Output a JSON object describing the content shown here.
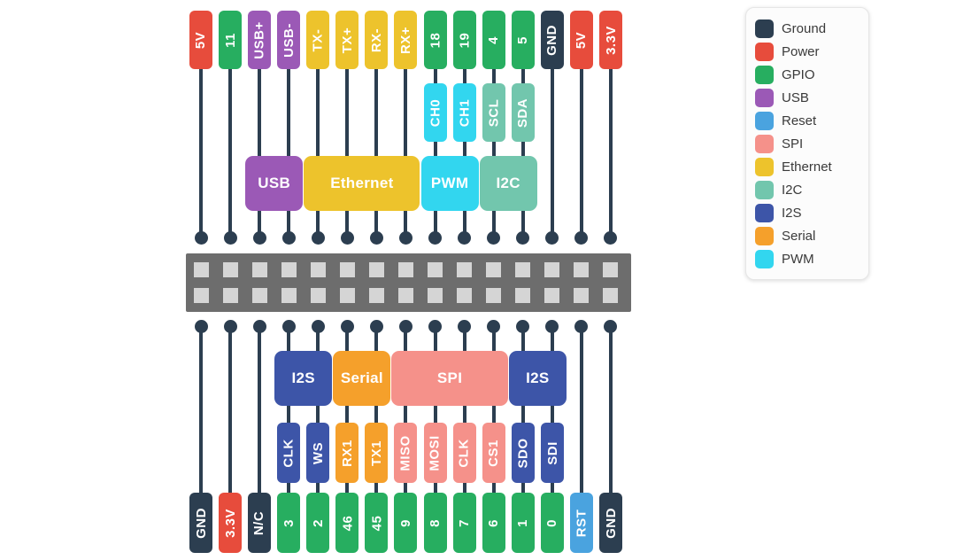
{
  "legend": {
    "items": [
      {
        "label": "Ground",
        "color": "#2c3e50"
      },
      {
        "label": "Power",
        "color": "#e74c3c"
      },
      {
        "label": "GPIO",
        "color": "#27ae60"
      },
      {
        "label": "USB",
        "color": "#9b59b6"
      },
      {
        "label": "Reset",
        "color": "#4aa3df"
      },
      {
        "label": "SPI",
        "color": "#f5918a"
      },
      {
        "label": "Ethernet",
        "color": "#edc32c"
      },
      {
        "label": "I2C",
        "color": "#72c6ad"
      },
      {
        "label": "I2S",
        "color": "#3d55a8"
      },
      {
        "label": "Serial",
        "color": "#f5a02b"
      },
      {
        "label": "PWM",
        "color": "#32d6ef"
      }
    ]
  },
  "top_pins": [
    {
      "label": "5V",
      "type": "Power"
    },
    {
      "label": "11",
      "type": "GPIO"
    },
    {
      "label": "USB+",
      "type": "USB"
    },
    {
      "label": "USB-",
      "type": "USB"
    },
    {
      "label": "TX-",
      "type": "Ethernet"
    },
    {
      "label": "TX+",
      "type": "Ethernet"
    },
    {
      "label": "RX-",
      "type": "Ethernet"
    },
    {
      "label": "RX+",
      "type": "Ethernet"
    },
    {
      "label": "18",
      "type": "GPIO",
      "sub": {
        "label": "CH0",
        "type": "PWM"
      }
    },
    {
      "label": "19",
      "type": "GPIO",
      "sub": {
        "label": "CH1",
        "type": "PWM"
      }
    },
    {
      "label": "4",
      "type": "GPIO",
      "sub": {
        "label": "SCL",
        "type": "I2C"
      }
    },
    {
      "label": "5",
      "type": "GPIO",
      "sub": {
        "label": "SDA",
        "type": "I2C"
      }
    },
    {
      "label": "GND",
      "type": "Ground"
    },
    {
      "label": "5V",
      "type": "Power"
    },
    {
      "label": "3.3V",
      "type": "Power"
    }
  ],
  "top_groups": [
    {
      "label": "USB",
      "type": "USB",
      "start": 2,
      "end": 3
    },
    {
      "label": "Ethernet",
      "type": "Ethernet",
      "start": 4,
      "end": 7
    },
    {
      "label": "PWM",
      "type": "PWM",
      "start": 8,
      "end": 9
    },
    {
      "label": "I2C",
      "type": "I2C",
      "start": 10,
      "end": 11
    }
  ],
  "bottom_pins": [
    {
      "label": "GND",
      "type": "Ground"
    },
    {
      "label": "3.3V",
      "type": "Power"
    },
    {
      "label": "N/C",
      "type": "Ground"
    },
    {
      "label": "3",
      "type": "GPIO",
      "sub": {
        "label": "CLK",
        "type": "I2S"
      }
    },
    {
      "label": "2",
      "type": "GPIO",
      "sub": {
        "label": "WS",
        "type": "I2S"
      }
    },
    {
      "label": "46",
      "type": "GPIO",
      "sub": {
        "label": "RX1",
        "type": "Serial"
      }
    },
    {
      "label": "45",
      "type": "GPIO",
      "sub": {
        "label": "TX1",
        "type": "Serial"
      }
    },
    {
      "label": "9",
      "type": "GPIO",
      "sub": {
        "label": "MISO",
        "type": "SPI"
      }
    },
    {
      "label": "8",
      "type": "GPIO",
      "sub": {
        "label": "MOSI",
        "type": "SPI"
      }
    },
    {
      "label": "7",
      "type": "GPIO",
      "sub": {
        "label": "CLK",
        "type": "SPI"
      }
    },
    {
      "label": "6",
      "type": "GPIO",
      "sub": {
        "label": "CS1",
        "type": "SPI"
      }
    },
    {
      "label": "1",
      "type": "GPIO",
      "sub": {
        "label": "SDO",
        "type": "I2S"
      }
    },
    {
      "label": "0",
      "type": "GPIO",
      "sub": {
        "label": "SDI",
        "type": "I2S"
      }
    },
    {
      "label": "RST",
      "type": "Reset"
    },
    {
      "label": "GND",
      "type": "Ground"
    }
  ],
  "bottom_groups": [
    {
      "label": "I2S",
      "type": "I2S",
      "start": 3,
      "end": 4
    },
    {
      "label": "Serial",
      "type": "Serial",
      "start": 5,
      "end": 6
    },
    {
      "label": "SPI",
      "type": "SPI",
      "start": 7,
      "end": 10
    },
    {
      "label": "I2S",
      "type": "I2S",
      "start": 11,
      "end": 12
    }
  ]
}
